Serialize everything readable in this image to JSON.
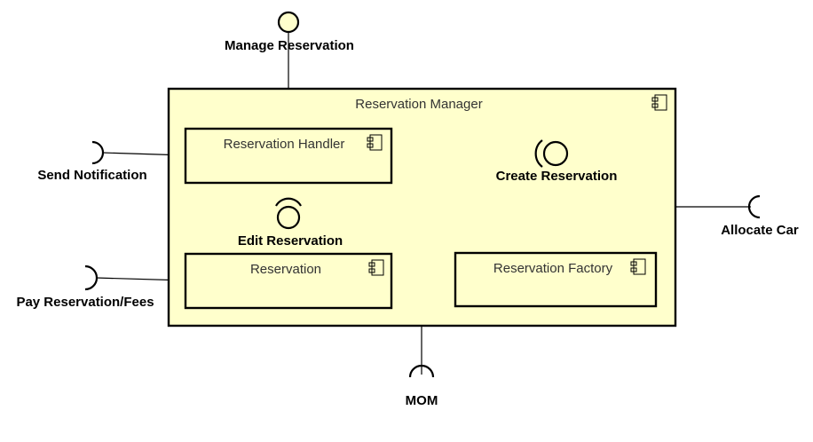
{
  "colors": {
    "fill": "#ffffcc",
    "stroke": "#000000"
  },
  "diagram": {
    "outer_component": {
      "title": "Reservation Manager",
      "icon": "component-icon"
    },
    "components": {
      "handler": {
        "title": "Reservation Handler",
        "icon": "component-icon"
      },
      "reservation": {
        "title": "Reservation",
        "icon": "component-icon"
      },
      "factory": {
        "title": "Reservation Factory",
        "icon": "component-icon"
      }
    },
    "interfaces": {
      "manage_reservation": "Manage Reservation",
      "send_notification": "Send Notification",
      "create_reservation": "Create Reservation",
      "edit_reservation": "Edit Reservation",
      "allocate_car": "Allocate Car",
      "pay_reservation": "Pay Reservation/Fees",
      "mom": "MOM"
    }
  }
}
